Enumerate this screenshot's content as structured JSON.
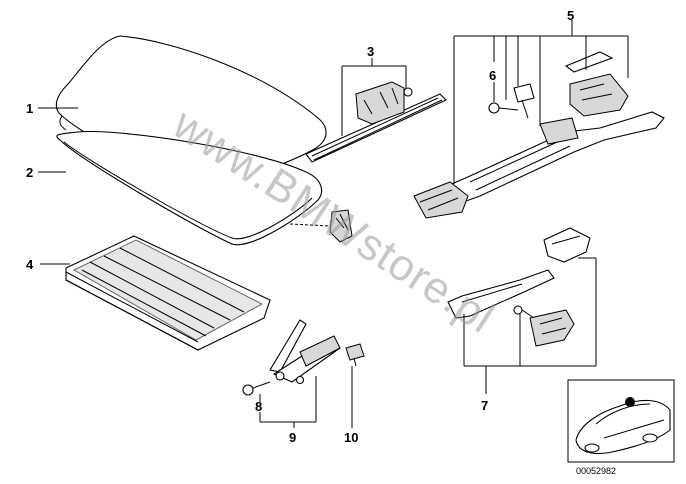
{
  "callouts": {
    "c1": "1",
    "c2": "2",
    "c3": "3",
    "c4": "4",
    "c5": "5",
    "c6": "6",
    "c7": "7",
    "c8": "8",
    "c9": "9",
    "c10": "10"
  },
  "watermark": "www.BMWstore.pl",
  "inset": {
    "code": "00052982"
  }
}
